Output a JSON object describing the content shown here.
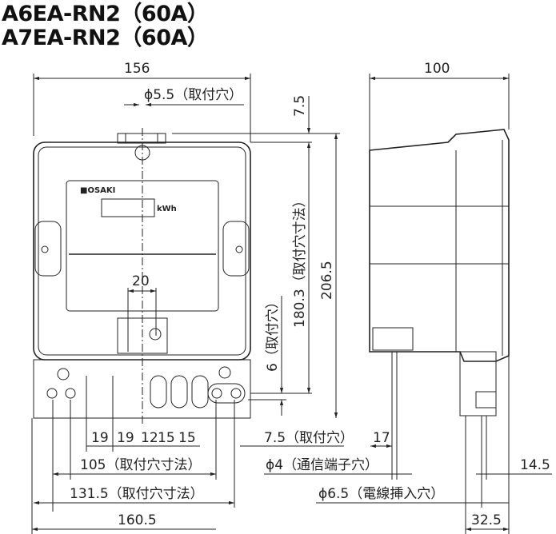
{
  "titles": [
    "A6EA-RN2（60A）",
    "A7EA-RN2（60A）"
  ],
  "front_panel": {
    "brand": "■OSAKI",
    "unit": "kWh"
  },
  "dimensions": {
    "width_top": "156",
    "depth_top": "100",
    "mount_hole_dia": "ϕ5.5（取付穴）",
    "top_offset": "7.5",
    "mount_pitch_vertical": "180.3（取付穴寸法）",
    "height_total": "206.5",
    "bottom_mount_hole": "6（取付穴）",
    "terminal_center": "20",
    "pitch_a": "19",
    "pitch_b": "19",
    "pitch_c": "12",
    "pitch_d": "15",
    "pitch_e": "15",
    "side_hole": "7.5（取付穴）",
    "side_17": "17",
    "mount_pitch_105": "105（取付穴寸法）",
    "comm_hole": "ϕ4（通信端子穴）",
    "side_14_5": "14.5",
    "mount_pitch_131_5": "131.5（取付穴寸法）",
    "wire_hole": "ϕ6.5（電線挿入穴）",
    "width_bottom": "160.5",
    "side_32_5": "32.5"
  }
}
